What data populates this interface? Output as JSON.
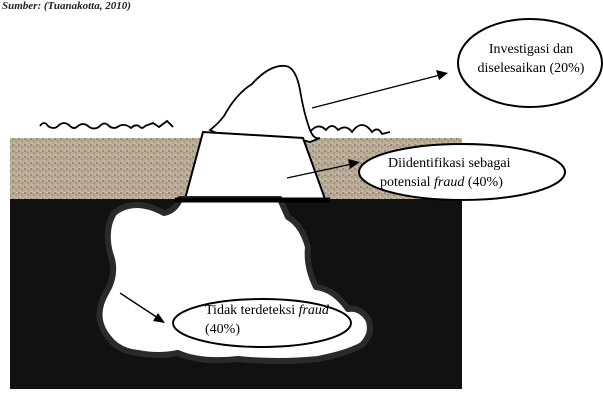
{
  "caption": "Sumber: (Tuanakotta, 2010)",
  "labels": {
    "top": {
      "line1": "Investigasi dan",
      "line2": "diselesaikan (20%)"
    },
    "middle": {
      "line1": "Diidentifikasi sebagai",
      "line2_prefix": "potensial ",
      "line2_italic": "fraud",
      "line2_suffix": " (40%)"
    },
    "bottom": {
      "line1_prefix": "Tidak terdeteksi ",
      "line1_italic": "fraud",
      "line2": "(40%)"
    }
  },
  "colors": {
    "soil": "#b9aa94",
    "underground": "#111111",
    "ice": "#ffffff",
    "line": "#000000"
  }
}
